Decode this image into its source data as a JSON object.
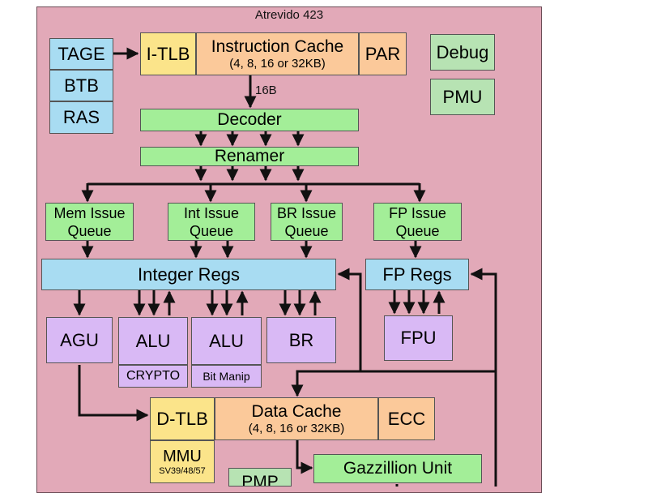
{
  "diagram": {
    "title": "Atrevido 423",
    "colors": {
      "background": "#e2a9b8",
      "blue": "#a8dcf2",
      "green": "#a3ee98",
      "orange": "#fbc99a",
      "yellow": "#fbe48a",
      "purple": "#d9b9f5"
    },
    "frontend": {
      "tage": "TAGE",
      "btb": "BTB",
      "ras": "RAS",
      "itlb": "I-TLB",
      "icache_title": "Instruction Cache",
      "icache_size": "(4, 8, 16 or 32KB)",
      "par": "PAR",
      "fetch_width": "16B",
      "debug": "Debug",
      "pmu": "PMU",
      "decoder": "Decoder",
      "renamer": "Renamer"
    },
    "queues": {
      "mem": [
        "Mem Issue",
        "Queue"
      ],
      "int": [
        "Int Issue",
        "Queue"
      ],
      "br": [
        "BR Issue",
        "Queue"
      ],
      "fp": [
        "FP Issue",
        "Queue"
      ]
    },
    "regs": {
      "integer": "Integer Regs",
      "fp": "FP Regs"
    },
    "units": {
      "agu": "AGU",
      "alu1": "ALU",
      "crypto": "CRYPTO",
      "alu2": "ALU",
      "bitmanip": "Bit Manip",
      "br": "BR",
      "fpu": "FPU"
    },
    "memory": {
      "dtlb": "D-TLB",
      "dcache_title": "Data Cache",
      "dcache_size": "(4, 8, 16 or 32KB)",
      "ecc": "ECC",
      "mmu": "MMU",
      "mmu_modes": "SV39/48/57",
      "gazzillion": "Gazzillion Unit",
      "pmp": "PMP"
    }
  }
}
